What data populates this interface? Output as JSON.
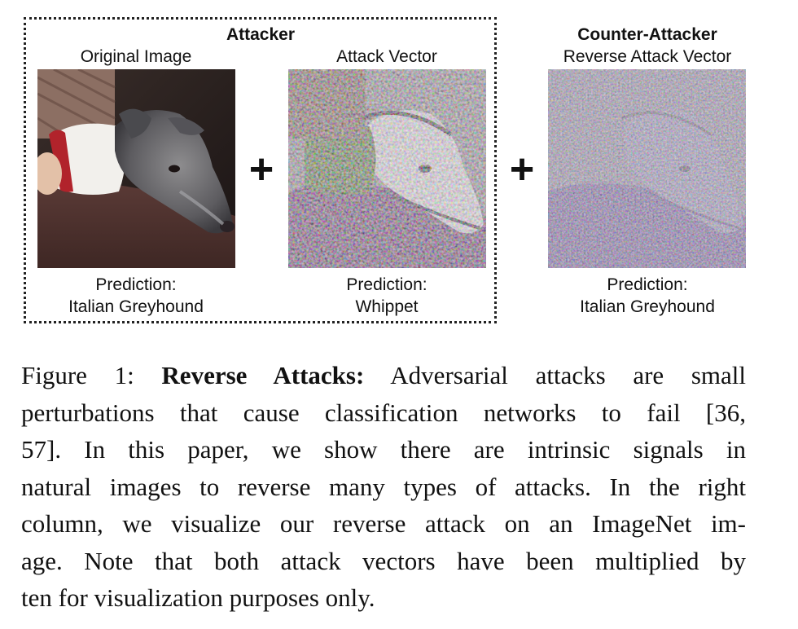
{
  "figure": {
    "attacker_title": "Attacker",
    "counter_title": "Counter-Attacker",
    "panels": [
      {
        "label": "Original Image",
        "prediction_label": "Prediction:",
        "prediction_value": "Italian Greyhound"
      },
      {
        "label": "Attack Vector",
        "prediction_label": "Prediction:",
        "prediction_value": "Whippet"
      },
      {
        "label": "Reverse Attack Vector",
        "prediction_label": "Prediction:",
        "prediction_value": "Italian Greyhound"
      }
    ],
    "plus_sign": "+"
  },
  "caption": {
    "prefix": "Figure 1:",
    "bold_title": "Reverse Attacks:",
    "lines": [
      "Adversarial attacks are small",
      "perturbations that cause classification networks to fail [36,",
      "57].  In this paper, we show there are intrinsic signals in",
      "natural images to reverse many types of attacks. In the right",
      "column, we visualize our reverse attack on an ImageNet im-",
      "age.  Note that both attack vectors have been multiplied by",
      "ten for visualization purposes only."
    ]
  }
}
